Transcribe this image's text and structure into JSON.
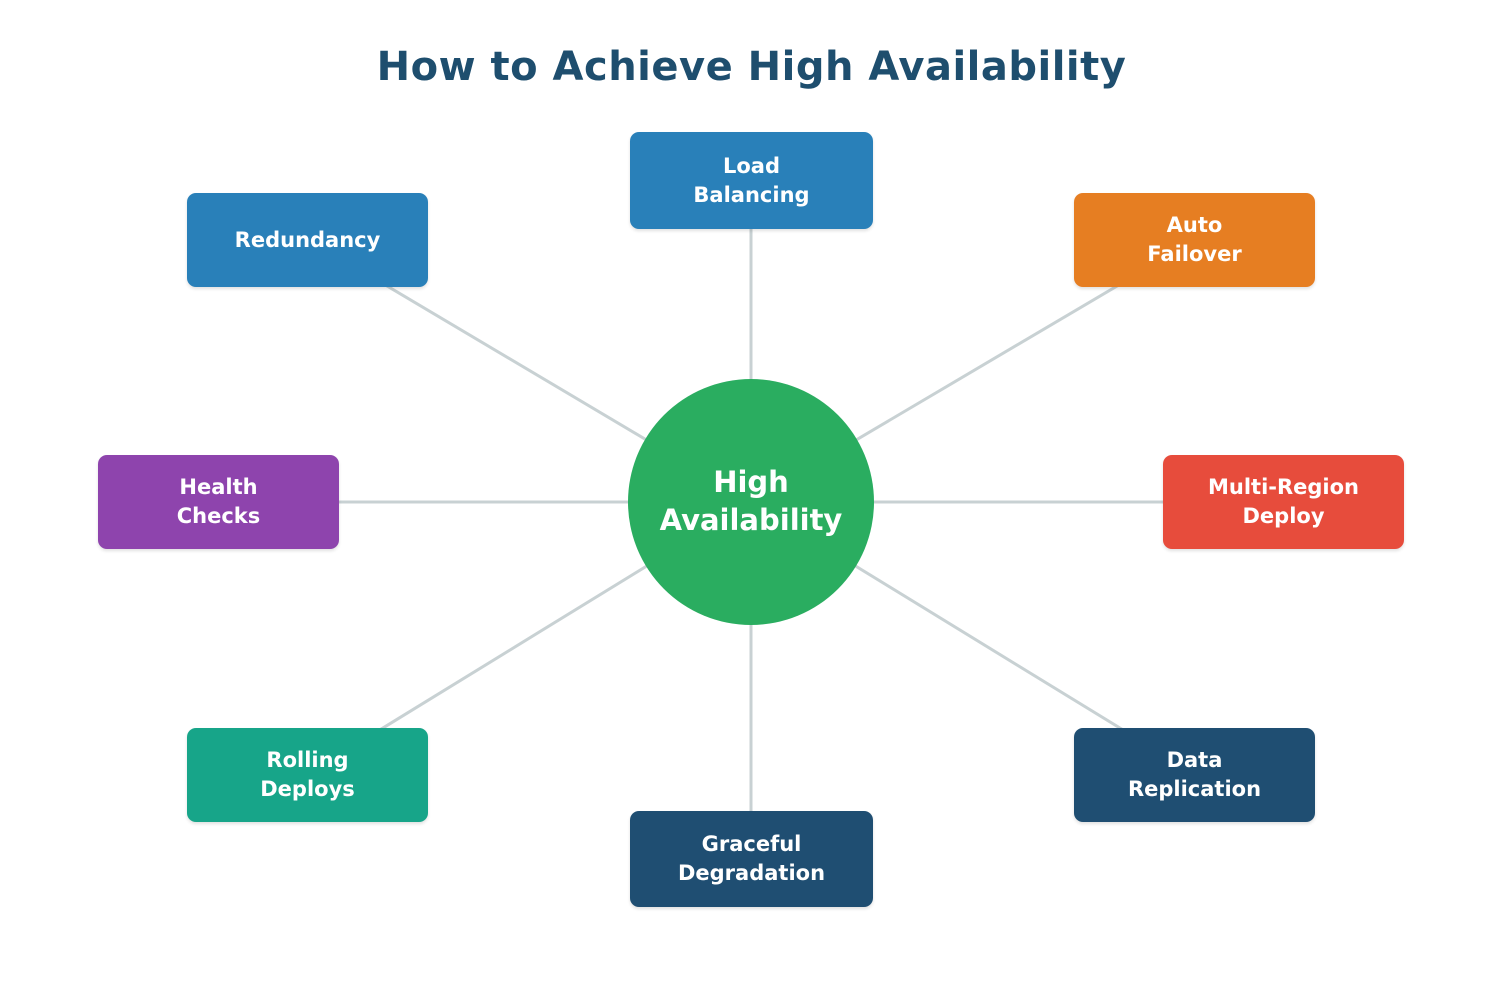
{
  "title": "How to Achieve High Availability",
  "center": {
    "label": "High\nAvailability",
    "color": "#2aad60"
  },
  "nodes": {
    "load_balancing": {
      "label": "Load\nBalancing",
      "color": "#2980b9"
    },
    "redundancy": {
      "label": "Redundancy",
      "color": "#2980b9"
    },
    "auto_failover": {
      "label": "Auto\nFailover",
      "color": "#e67e22"
    },
    "health_checks": {
      "label": "Health\nChecks",
      "color": "#8e44ad"
    },
    "multi_region_deploy": {
      "label": "Multi-Region\nDeploy",
      "color": "#e74c3c"
    },
    "rolling_deploys": {
      "label": "Rolling\nDeploys",
      "color": "#17a589"
    },
    "data_replication": {
      "label": "Data\nReplication",
      "color": "#1f4e72"
    },
    "graceful_degradation": {
      "label": "Graceful\nDegradation",
      "color": "#1f4e72"
    }
  },
  "connector_color": "#c8d1d3"
}
